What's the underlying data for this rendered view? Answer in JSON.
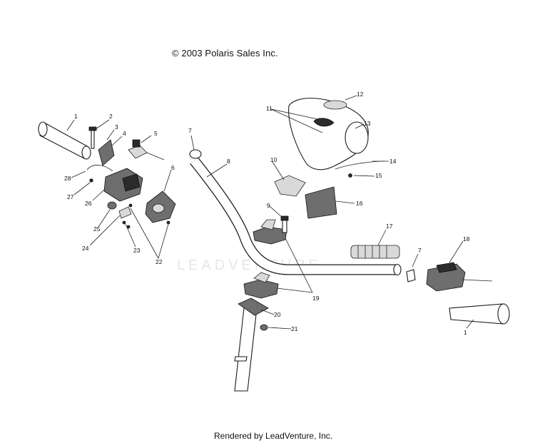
{
  "header": {
    "copyright": "© 2003 Polaris Sales Inc."
  },
  "footer": {
    "rendered_by": "Rendered by LeadVenture, Inc."
  },
  "watermark": {
    "text": "LEADVENTURE"
  },
  "callouts": [
    {
      "id": "c1a",
      "label": "1"
    },
    {
      "id": "c2",
      "label": "2"
    },
    {
      "id": "c3",
      "label": "3"
    },
    {
      "id": "c4",
      "label": "4"
    },
    {
      "id": "c5",
      "label": "5"
    },
    {
      "id": "c6",
      "label": "6"
    },
    {
      "id": "c7a",
      "label": "7"
    },
    {
      "id": "c8",
      "label": "8"
    },
    {
      "id": "c9",
      "label": "9"
    },
    {
      "id": "c10",
      "label": "10"
    },
    {
      "id": "c11",
      "label": "11"
    },
    {
      "id": "c12",
      "label": "12"
    },
    {
      "id": "c13",
      "label": "13"
    },
    {
      "id": "c14",
      "label": "14"
    },
    {
      "id": "c15",
      "label": "15"
    },
    {
      "id": "c16",
      "label": "16"
    },
    {
      "id": "c17",
      "label": "17"
    },
    {
      "id": "c7b",
      "label": "7"
    },
    {
      "id": "c18",
      "label": "18"
    },
    {
      "id": "c19",
      "label": "19"
    },
    {
      "id": "c20",
      "label": "20"
    },
    {
      "id": "c21",
      "label": "21"
    },
    {
      "id": "c1b",
      "label": "1"
    },
    {
      "id": "c22",
      "label": "22"
    },
    {
      "id": "c23",
      "label": "23"
    },
    {
      "id": "c24",
      "label": "24"
    },
    {
      "id": "c25",
      "label": "25"
    },
    {
      "id": "c26",
      "label": "26"
    },
    {
      "id": "c27",
      "label": "27"
    },
    {
      "id": "c28",
      "label": "28"
    }
  ]
}
